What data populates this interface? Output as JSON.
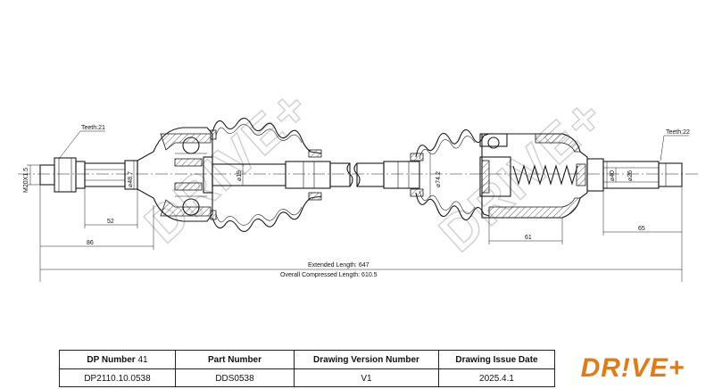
{
  "watermark": "DRIVE+",
  "labels": {
    "teeth_left": "Teeth:21",
    "teeth_right": "Teeth:22",
    "thread": "M20X1.5",
    "dia_48_7": "⌀48.7",
    "dia_19": "⌀19",
    "dia_74_2": "⌀74.2",
    "dia_40": "⌀40",
    "dia_26": "⌀26",
    "dim_52": "52",
    "dim_86": "86",
    "dim_61": "61",
    "dim_65": "65",
    "extended_length": "Extended Length: 647",
    "compressed_length": "Overall Compressed Length: 610.5"
  },
  "table": {
    "headers": {
      "dp_number": "DP Number",
      "dp_count": "41",
      "part_number": "Part Number",
      "version": "Drawing Version Number",
      "issue_date": "Drawing Issue Date"
    },
    "values": {
      "dp_number": "DP2110.10.0538",
      "part_number": "DDS0538",
      "version": "V1",
      "issue_date": "2025.4.1"
    }
  },
  "logo": "DR!VE+",
  "colors": {
    "logo": "#e07b16",
    "watermark": "#d4d4d4",
    "line": "#1a1a1a"
  }
}
